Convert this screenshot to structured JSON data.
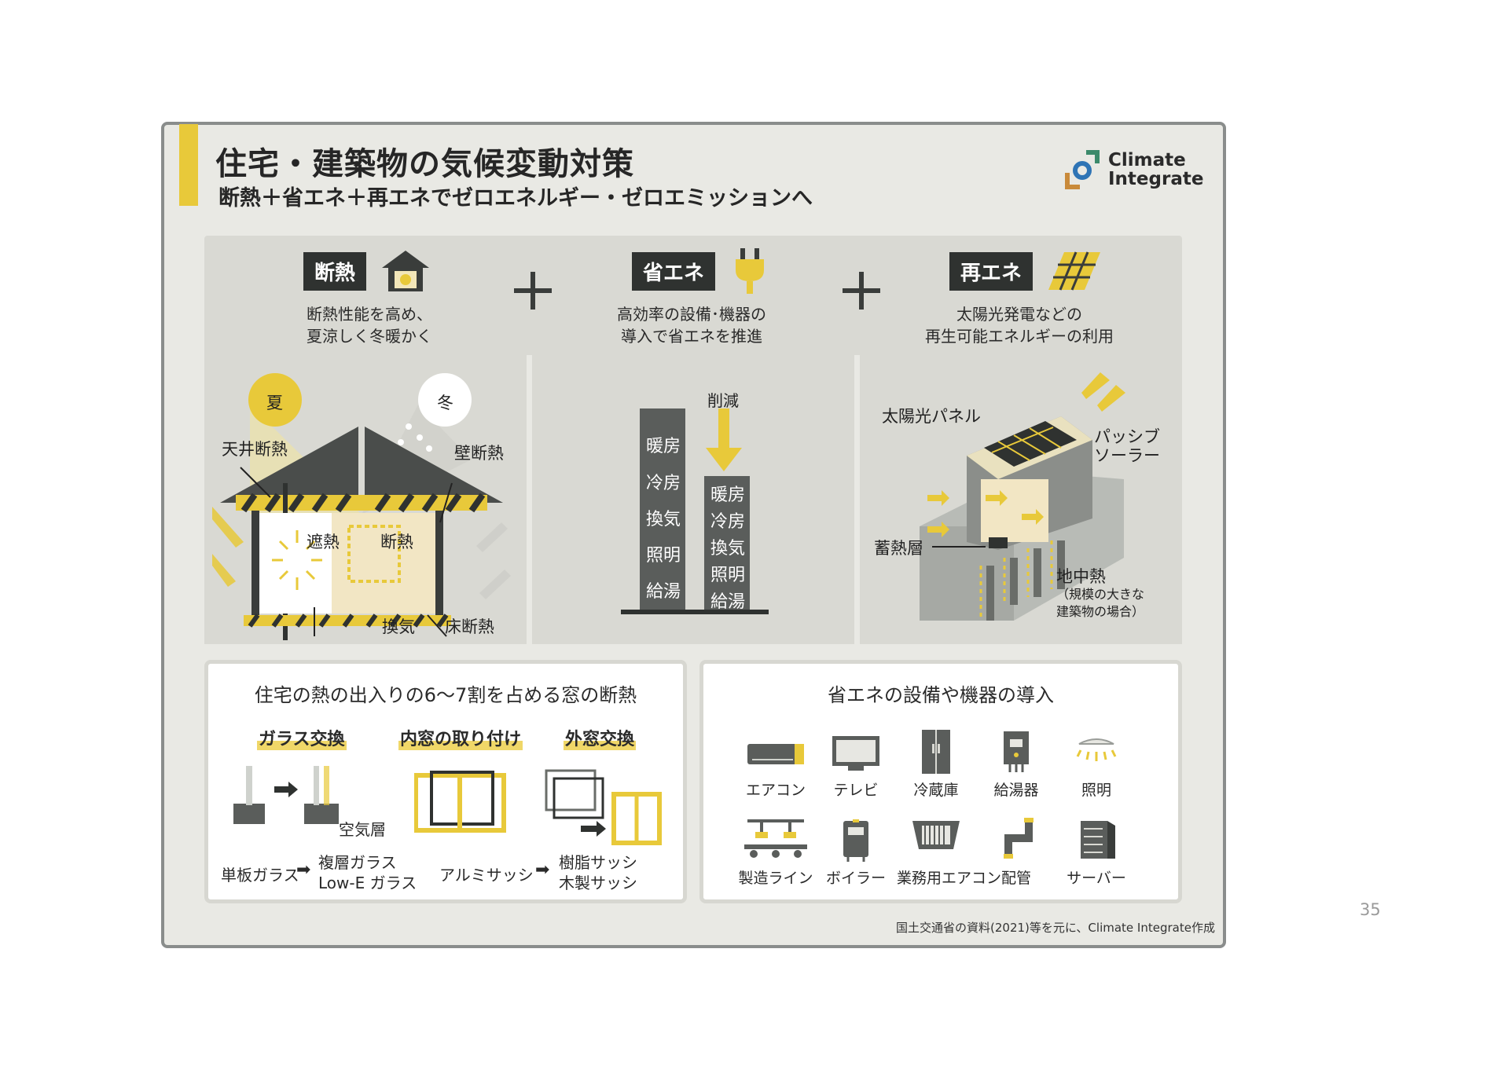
{
  "header": {
    "title": "住宅・建築物の気候変動対策",
    "subtitle": "断熱＋省エネ＋再エネでゼロエネルギー・ゼロエミッションへ",
    "logo_line1": "Climate",
    "logo_line2": "Integrate"
  },
  "columns": [
    {
      "tag": "断熱",
      "desc_line1": "断熱性能を高め、",
      "desc_line2": "夏涼しく冬暖かく"
    },
    {
      "tag": "省エネ",
      "desc_line1": "高効率の設備･機器の",
      "desc_line2": "導入で省エネを推進"
    },
    {
      "tag": "再エネ",
      "desc_line1": "太陽光発電などの",
      "desc_line2": "再生可能エネルギーの利用"
    }
  ],
  "insulation": {
    "summer": "夏",
    "winter": "冬",
    "ceiling": "天井断熱",
    "wall": "壁断熱",
    "shading": "遮熱",
    "insulation": "断熱",
    "ventilation": "換気",
    "floor": "床断熱"
  },
  "energy_saving": {
    "reduction": "削減",
    "before_items": [
      "暖房",
      "冷房",
      "換気",
      "照明",
      "給湯"
    ],
    "after_items": [
      "暖房",
      "冷房",
      "換気",
      "照明",
      "給湯"
    ]
  },
  "renewable": {
    "solar_panel": "太陽光パネル",
    "passive_solar": "パッシブ\nソーラー",
    "passive_line1": "パッシブ",
    "passive_line2": "ソーラー",
    "storage_layer": "蓄熱層",
    "geothermal": "地中熱",
    "geothermal_note1": "（規模の大きな",
    "geothermal_note2": "建築物の場合）"
  },
  "windows": {
    "title": "住宅の熱の出入りの6～7割を占める窓の断熱",
    "methods": [
      "ガラス交換",
      "内窓の取り付け",
      "外窓交換"
    ],
    "air_layer": "空気層",
    "single_glass": "単板ガラス",
    "double_glass": "複層ガラス",
    "lowe_glass": "Low-E ガラス",
    "aluminum_sash": "アルミサッシ",
    "resin_sash": "樹脂サッシ",
    "wood_sash": "木製サッシ"
  },
  "appliances": {
    "title": "省エネの設備や機器の導入",
    "row1": [
      {
        "label": "エアコン",
        "icon": "air-conditioner-icon"
      },
      {
        "label": "テレビ",
        "icon": "tv-icon"
      },
      {
        "label": "冷蔵庫",
        "icon": "refrigerator-icon"
      },
      {
        "label": "給湯器",
        "icon": "water-heater-icon"
      },
      {
        "label": "照明",
        "icon": "light-icon"
      }
    ],
    "row2": [
      {
        "label": "製造ライン",
        "icon": "production-line-icon"
      },
      {
        "label": "ボイラー",
        "icon": "boiler-icon"
      },
      {
        "label": "業務用エアコン",
        "icon": "commercial-ac-icon"
      },
      {
        "label": "配管",
        "icon": "piping-icon"
      },
      {
        "label": "サーバー",
        "icon": "server-icon"
      }
    ]
  },
  "footer": {
    "source": "国土交通省の資料(2021)等を元に、Climate Integrate作成",
    "page_number": "35"
  },
  "colors": {
    "accent_yellow": "#e8c93a",
    "dark": "#2f3230",
    "panel_gray": "#d9d9d3",
    "frame_gray": "#8a8d8c"
  }
}
